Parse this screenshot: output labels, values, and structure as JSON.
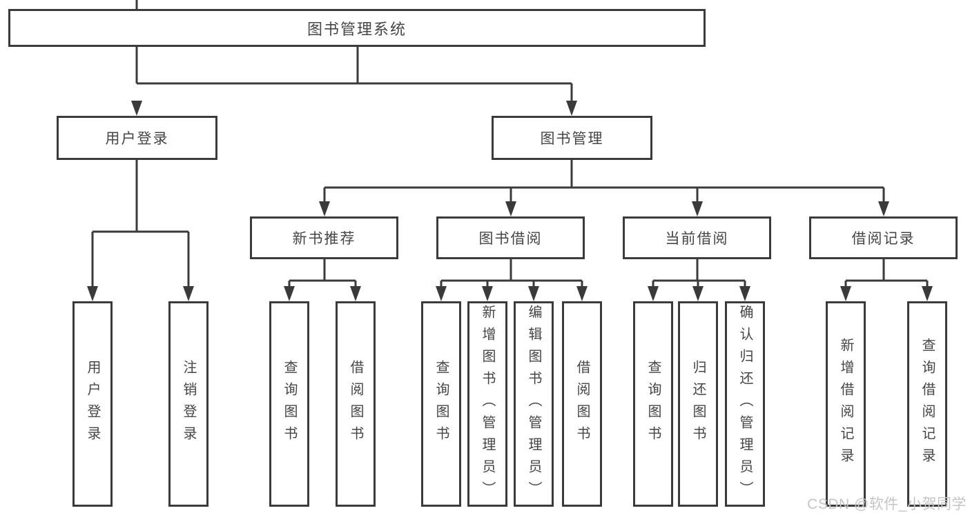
{
  "diagram_title": "图书管理系统",
  "colors": {
    "line": "#3a3a3a",
    "box_border": "#3a3a3a",
    "box_background": "#ffffff",
    "text": "#454545",
    "watermark": "#c5c5c5"
  },
  "tree": {
    "root": {
      "label": "图书管理系统",
      "children": [
        {
          "label": "用户登录",
          "children": [
            {
              "label": "用户登录"
            },
            {
              "label": "注销登录"
            }
          ]
        },
        {
          "label": "图书管理",
          "children": [
            {
              "label": "新书推荐",
              "children": [
                {
                  "label": "查询图书"
                },
                {
                  "label": "借阅图书"
                }
              ]
            },
            {
              "label": "图书借阅",
              "children": [
                {
                  "label": "查询图书"
                },
                {
                  "label": "新增图书（管理员）"
                },
                {
                  "label": "编辑图书（管理员）"
                },
                {
                  "label": "借阅图书"
                }
              ]
            },
            {
              "label": "当前借阅",
              "children": [
                {
                  "label": "查询图书"
                },
                {
                  "label": "归还图书"
                },
                {
                  "label": "确认归还（管理员）"
                }
              ]
            },
            {
              "label": "借阅记录",
              "children": [
                {
                  "label": "新增借阅记录"
                },
                {
                  "label": "查询借阅记录"
                }
              ]
            }
          ]
        }
      ]
    }
  },
  "watermark": {
    "text": "CSDN @软件_小贺同学"
  }
}
